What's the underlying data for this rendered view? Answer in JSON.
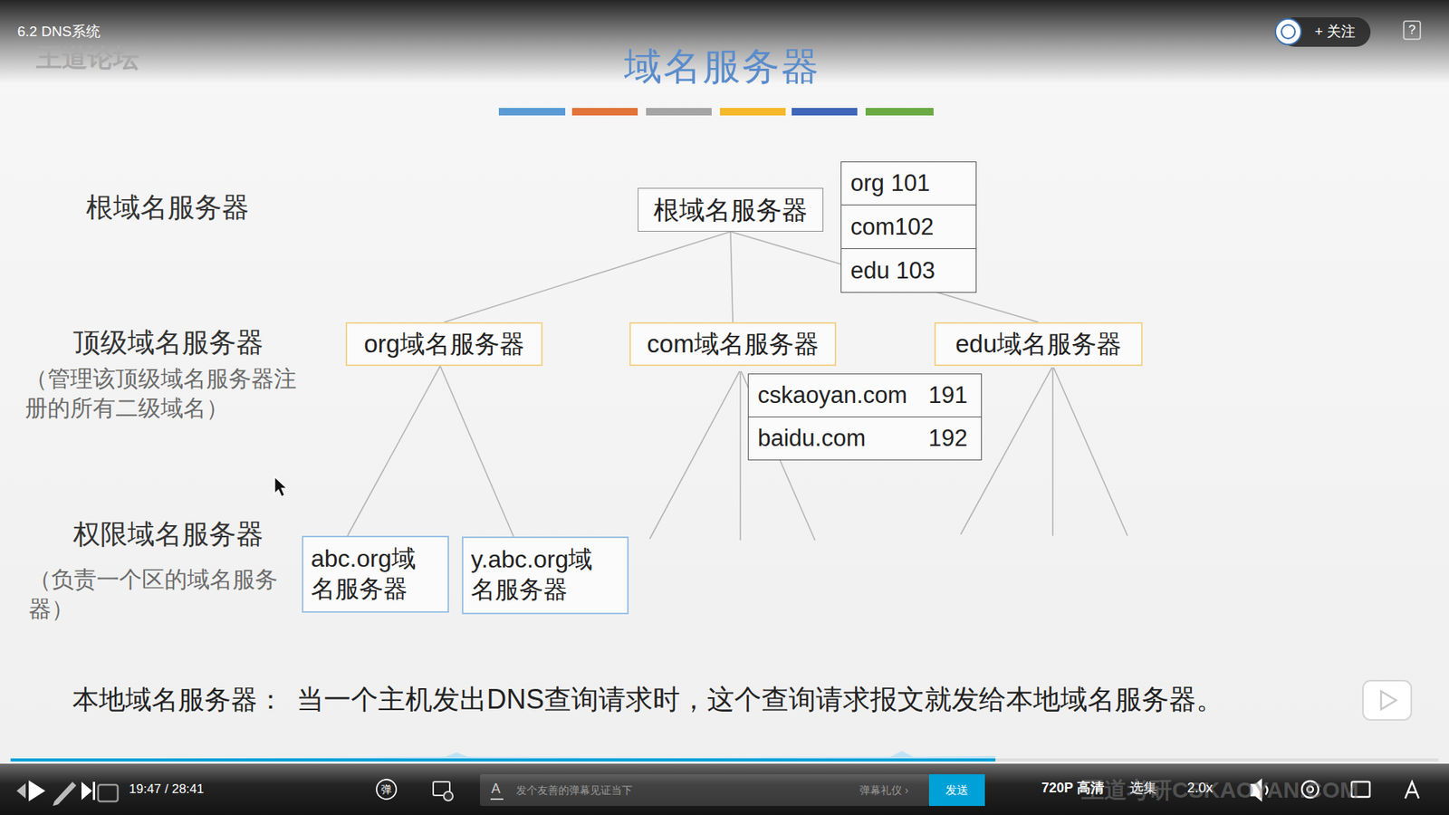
{
  "diagram": {
    "title": "域名服务器",
    "nodes": [
      {
        "text": [
          "根域名服务器"
        ]
      },
      {
        "text": [
          "org 101"
        ]
      },
      {
        "text": [
          "com102"
        ]
      },
      {
        "text": [
          "edu 103"
        ]
      },
      {
        "text": [
          "org域名服务器"
        ]
      },
      {
        "text": [
          "com域名服务器"
        ]
      },
      {
        "text": [
          "edu域名服务器"
        ]
      },
      {
        "text": [
          "cskaoyan.com",
          "191"
        ]
      },
      {
        "text": [
          "baidu.com",
          "192"
        ]
      },
      {
        "text": [
          "abc.org域名服务器"
        ]
      },
      {
        "text": [
          "y.abc.org域名服务器"
        ]
      }
    ],
    "edges": [
      {
        "from": 0,
        "to": 4,
        "arrow": "none"
      },
      {
        "from": 0,
        "to": 5,
        "arrow": "none"
      },
      {
        "from": 0,
        "to": 6,
        "arrow": "none"
      },
      {
        "from": 4,
        "to": 9,
        "arrow": "none"
      },
      {
        "from": 4,
        "to": 10,
        "arrow": "none"
      }
    ],
    "labels": [
      "6.2 DNS系统",
      "王道论坛",
      "+ 关注",
      "?",
      "根域名服务器",
      "顶级域名服务器",
      "（管理该顶级域名服务器注册的所有二级域名）",
      "权限域名服务器",
      "（负责一个区的域名服务器）",
      "本地域名服务器：",
      "当一个主机发出DNS查询请求时，这个查询请求报文就发给本地域名服务器。",
      "19:47 / 28:41",
      "弹",
      "A",
      "发个友善的弹幕见证当下",
      "弹幕礼仪 ›",
      "发送",
      "720P 高清",
      "选集",
      "2.0x",
      "王道考研CSKAOYAN.COM"
    ]
  }
}
